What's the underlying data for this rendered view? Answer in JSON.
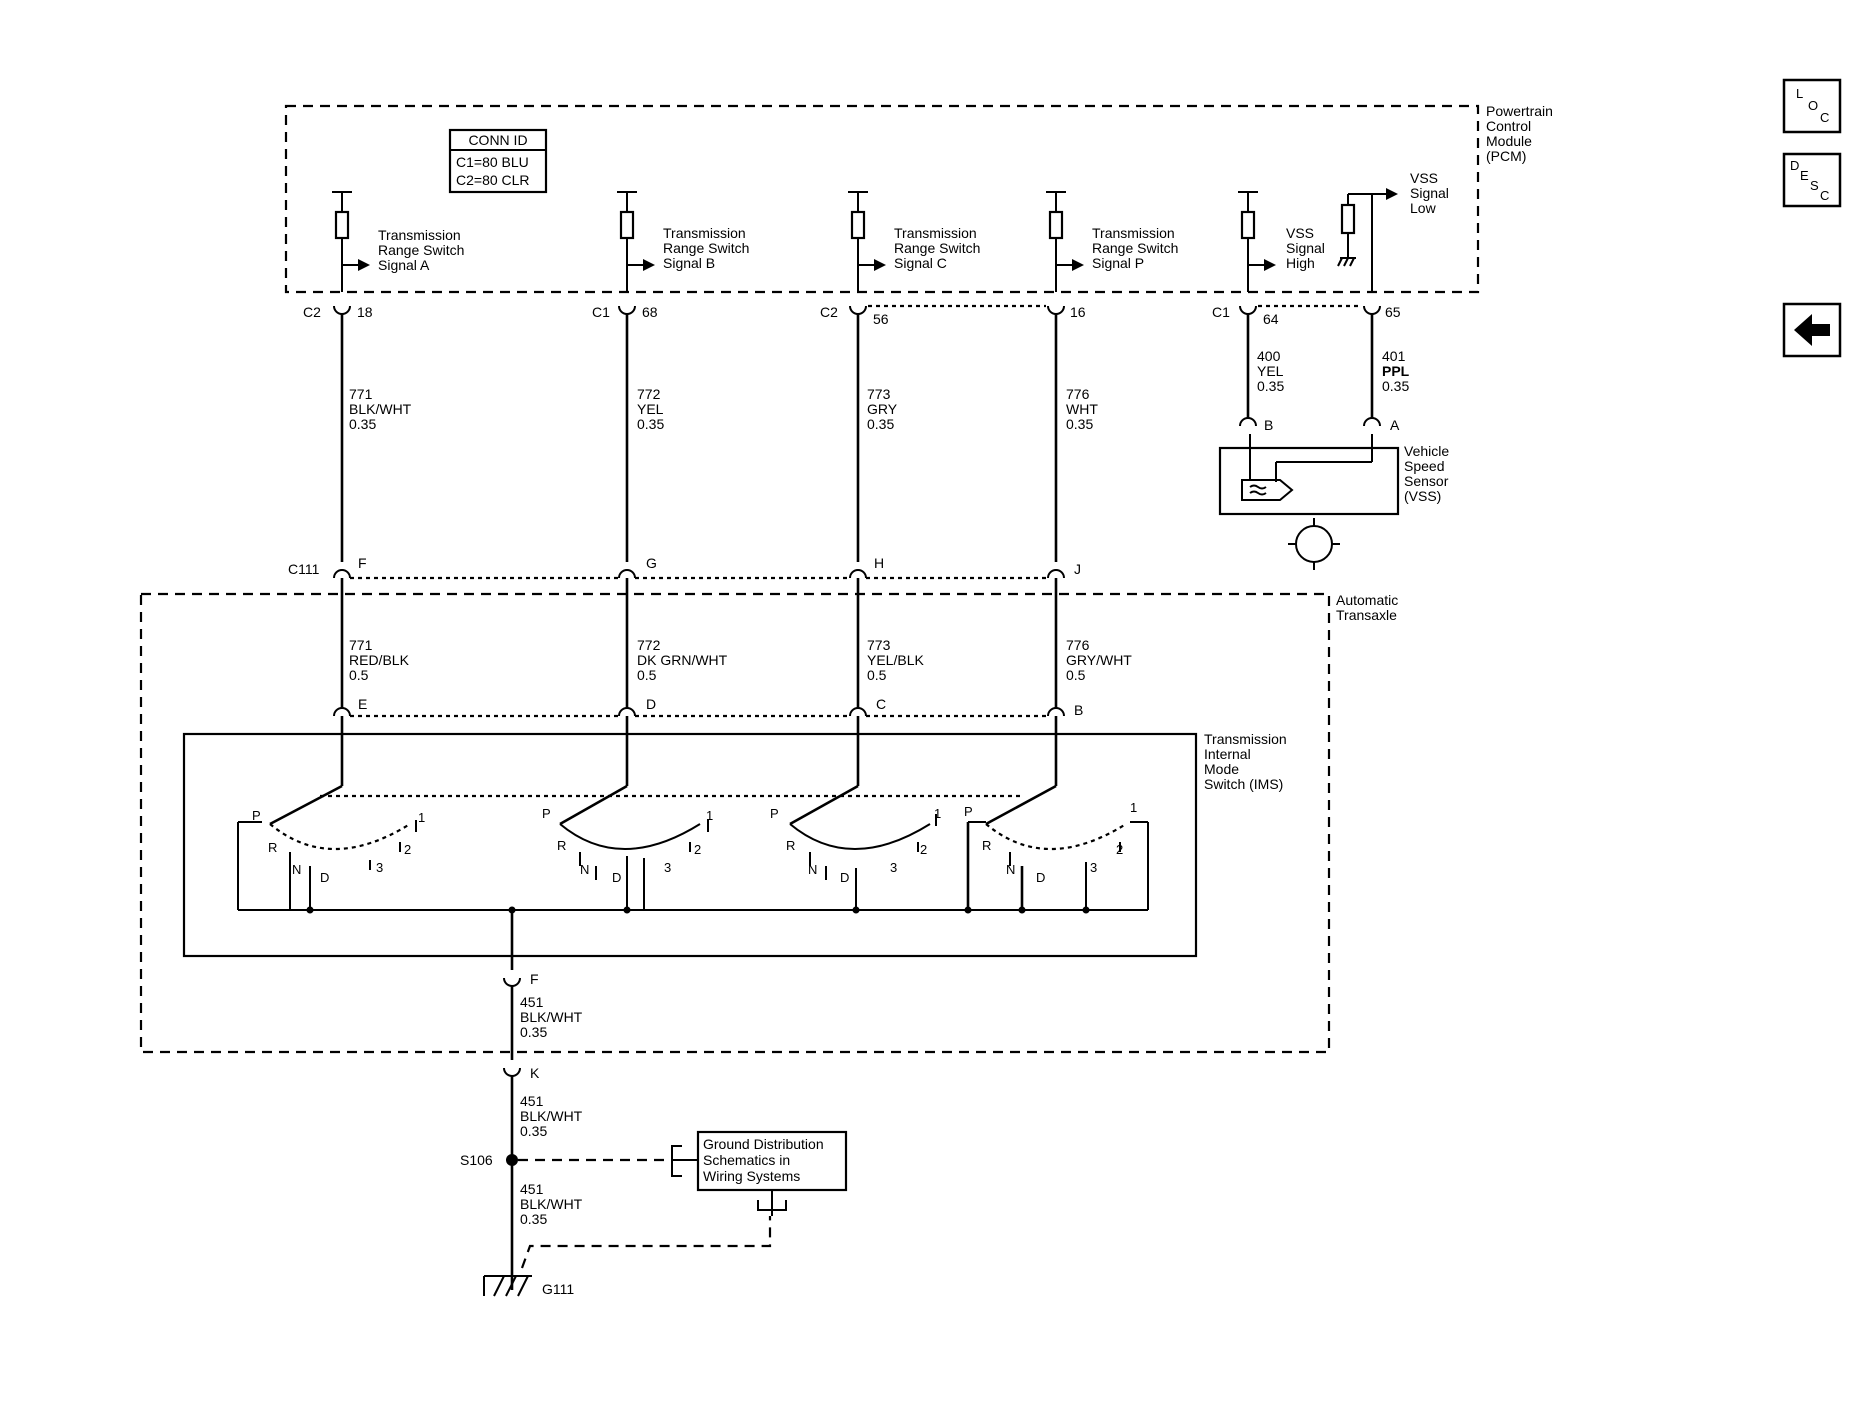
{
  "conn_id": {
    "title": "CONN ID",
    "c1": "C1=80 BLU",
    "c2": "C2=80 CLR"
  },
  "pcm": {
    "l1": "Powertrain",
    "l2": "Control",
    "l3": "Module",
    "l4": "(PCM)"
  },
  "trans": {
    "l1": "Automatic",
    "l2": "Transaxle"
  },
  "ims": {
    "l1": "Transmission",
    "l2": "Internal",
    "l3": "Mode",
    "l4": "Switch (IMS)"
  },
  "vss": {
    "l1": "Vehicle",
    "l2": "Speed",
    "l3": "Sensor",
    "l4": "(VSS)"
  },
  "signals": {
    "a": {
      "l1": "Transmission",
      "l2": "Range Switch",
      "l3": "Signal A"
    },
    "b": {
      "l1": "Transmission",
      "l2": "Range Switch",
      "l3": "Signal B"
    },
    "c": {
      "l1": "Transmission",
      "l2": "Range Switch",
      "l3": "Signal C"
    },
    "p": {
      "l1": "Transmission",
      "l2": "Range Switch",
      "l3": "Signal P"
    },
    "vssh": {
      "l1": "VSS",
      "l2": "Signal",
      "l3": "High"
    },
    "vssl": {
      "l1": "VSS",
      "l2": "Signal",
      "l3": "Low"
    }
  },
  "pcm_pins": [
    {
      "conn": "C2",
      "pin": "18"
    },
    {
      "conn": "C1",
      "pin": "68"
    },
    {
      "conn": "C2",
      "pin": "56"
    },
    {
      "conn": "",
      "pin": "16"
    },
    {
      "conn": "C1",
      "pin": "64"
    },
    {
      "conn": "",
      "pin": "65"
    }
  ],
  "wires_upper": [
    {
      "circuit": "771",
      "color": "BLK/WHT",
      "gauge": "0.35"
    },
    {
      "circuit": "772",
      "color": "YEL",
      "gauge": "0.35"
    },
    {
      "circuit": "773",
      "color": "GRY",
      "gauge": "0.35"
    },
    {
      "circuit": "776",
      "color": "WHT",
      "gauge": "0.35"
    }
  ],
  "vss_wires": [
    {
      "circuit": "400",
      "color": "YEL",
      "gauge": "0.35",
      "pin": "B"
    },
    {
      "circuit": "401",
      "color": "PPL",
      "gauge": "0.35",
      "pin": "A"
    }
  ],
  "c111": {
    "name": "C111",
    "pins": [
      "F",
      "G",
      "H",
      "J"
    ]
  },
  "wires_lower": [
    {
      "circuit": "771",
      "color": "RED/BLK",
      "gauge": "0.5"
    },
    {
      "circuit": "772",
      "color": "DK GRN/WHT",
      "gauge": "0.5"
    },
    {
      "circuit": "773",
      "color": "YEL/BLK",
      "gauge": "0.5"
    },
    {
      "circuit": "776",
      "color": "GRY/WHT",
      "gauge": "0.5"
    }
  ],
  "ims_pins": [
    "E",
    "D",
    "C",
    "B"
  ],
  "positions": {
    "p": "P",
    "r": "R",
    "n": "N",
    "d": "D",
    "three": "3",
    "two": "2",
    "one": "1"
  },
  "ground": {
    "pin_f": "F",
    "w1": {
      "circuit": "451",
      "color": "BLK/WHT",
      "gauge": "0.35"
    },
    "pin_k": "K",
    "w2": {
      "circuit": "451",
      "color": "BLK/WHT",
      "gauge": "0.35"
    },
    "splice": "S106",
    "w3": {
      "circuit": "451",
      "color": "BLK/WHT",
      "gauge": "0.35"
    },
    "ground_id": "G111"
  },
  "gnd_dist": {
    "l1": "Ground Distribution",
    "l2": "Schematics in",
    "l3": "Wiring Systems"
  },
  "nav": {
    "loc": {
      "l": "L",
      "o": "O",
      "c": "C"
    },
    "desc": {
      "d": "D",
      "e": "E",
      "s": "S",
      "c": "C"
    },
    "back": "back-arrow-icon"
  }
}
